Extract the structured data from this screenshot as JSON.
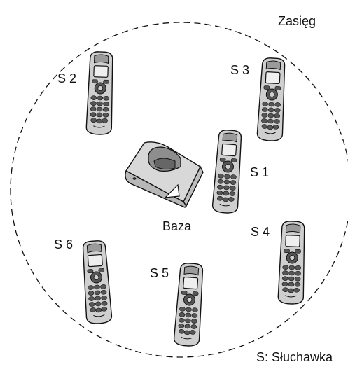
{
  "range_label": "Zasięg",
  "base_label": "Baza",
  "legend": "S: Słuchawka",
  "handsets": [
    {
      "label": "S 1"
    },
    {
      "label": "S 2"
    },
    {
      "label": "S 3"
    },
    {
      "label": "S 4"
    },
    {
      "label": "S 5"
    },
    {
      "label": "S 6"
    }
  ]
}
